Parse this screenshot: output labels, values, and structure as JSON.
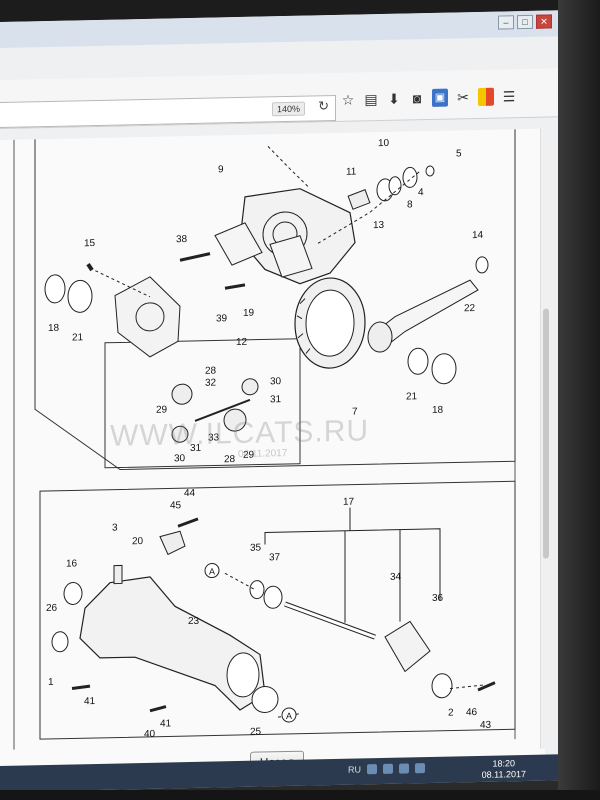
{
  "browser": {
    "zoom_label": "140%",
    "reload_glyph": "↻",
    "window_controls": [
      "–",
      "□",
      "✕"
    ],
    "toolbar_icons": [
      "star-icon",
      "reading-list-icon",
      "download-icon",
      "pocket-icon",
      "extension-icon",
      "scissors-icon",
      "extension-color-icon",
      "menu-icon"
    ],
    "toolbar_glyphs": [
      "☆",
      "▤",
      "⬇",
      "◙",
      "▣",
      "✂",
      "▮",
      "☰"
    ]
  },
  "page": {
    "watermark": "WWW.ILCATS.RU",
    "watermark_date": "04.11.2017",
    "back_button": "Назад",
    "diagram_labels": {
      "upper": [
        "10",
        "5",
        "9",
        "11",
        "4",
        "8",
        "13",
        "14",
        "15",
        "38",
        "18",
        "21",
        "39",
        "19",
        "22",
        "12",
        "28",
        "32",
        "30",
        "29",
        "31",
        "33",
        "21",
        "18",
        "7",
        "31",
        "30",
        "28",
        "29"
      ],
      "lower": [
        "44",
        "45",
        "17",
        "3",
        "20",
        "35",
        "37",
        "16",
        "34",
        "36",
        "26",
        "23",
        "1",
        "41",
        "2",
        "46",
        "43",
        "40",
        "41",
        "25"
      ],
      "circle_markers": [
        "A",
        "A"
      ]
    }
  },
  "taskbar": {
    "lang": "RU",
    "time": "18:20",
    "date": "08.11.2017"
  },
  "colors": {
    "page_bg": "#fafafa",
    "line": "#222222",
    "taskbar": "#2b3a4e"
  }
}
